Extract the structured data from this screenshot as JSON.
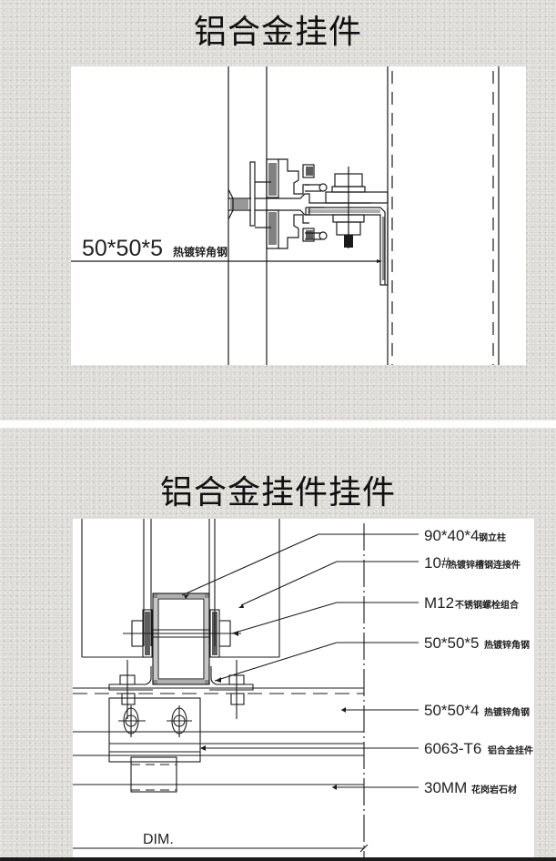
{
  "slides": [
    {
      "title": "铝合金挂件",
      "drawing": {
        "type": "cad-section-detail",
        "labels": [
          {
            "spec": "50*50*5",
            "desc": "热镀锌角钢"
          }
        ]
      }
    },
    {
      "title": "铝合金挂件挂件",
      "drawing": {
        "type": "cad-section-detail",
        "labels": [
          {
            "spec": "90*40*4",
            "desc": "钢立柱"
          },
          {
            "spec": "10#",
            "desc": "热镀锌槽钢连接件"
          },
          {
            "spec": "M12",
            "desc": "不锈钢螺栓组合"
          },
          {
            "spec": "50*50*5",
            "desc": "热镀锌角钢"
          },
          {
            "spec": "50*50*4",
            "desc": "热镀锌角钢"
          },
          {
            "spec": "6063-T6",
            "desc": "铝合金挂件"
          },
          {
            "spec": "30MM",
            "desc": "花岗岩石材"
          }
        ],
        "dimension_label": "DIM."
      }
    }
  ],
  "colors": {
    "background": "#d9d8d3",
    "panel": "#ffffff",
    "line": "#1a1a1a"
  }
}
